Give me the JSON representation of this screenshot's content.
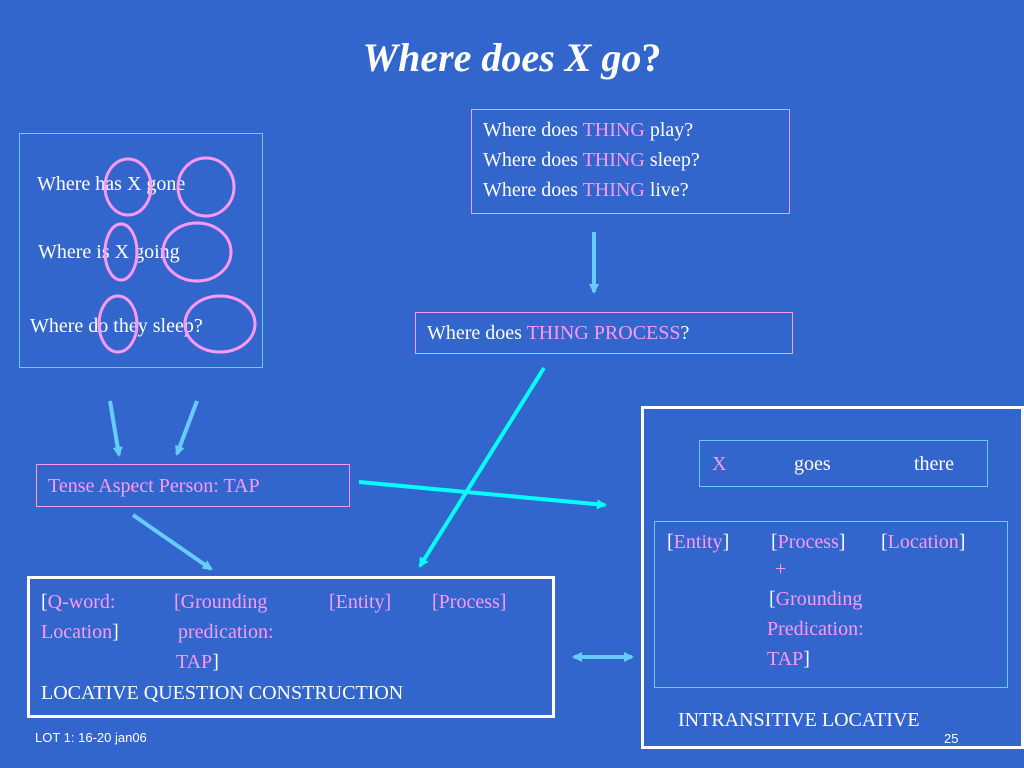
{
  "title": {
    "main": "Where does X go",
    "mark": "?"
  },
  "left_box": {
    "line1": "Where has X gone",
    "line2": "Where is X going",
    "line3": "Where do they sleep?"
  },
  "thing_box": {
    "lines": [
      {
        "pre": "Where does ",
        "thing": "THING",
        "post": " play?"
      },
      {
        "pre": "Where does ",
        "thing": "THING",
        "post": " sleep?"
      },
      {
        "pre": "Where does ",
        "thing": "THING",
        "post": " live?"
      }
    ]
  },
  "process_box": {
    "pre": "Where does ",
    "highlight": "THING PROCESS",
    "post": "?"
  },
  "tap_box": {
    "label": "Tense Aspect Person: TAP"
  },
  "locative_q": {
    "b1": "[",
    "qword": "Q-word:",
    "grounding": "[Grounding",
    "entity": "[Entity]",
    "process": "[Process]",
    "location": "Location",
    "b2": "]",
    "predication": "predication:",
    "tap": "TAP",
    "b3": "]",
    "caption": "LOCATIVE QUESTION CONSTRUCTION"
  },
  "intransitive": {
    "x": "X",
    "goes": "goes",
    "there": "there",
    "lb1": "[",
    "entity": "Entity",
    "rb1": "]",
    "lb2": "[",
    "process": "Process",
    "rb2": "]",
    "lb3": "[",
    "location": "Location",
    "rb3": "]",
    "plus": "+",
    "lb4": "[",
    "grounding": "Grounding",
    "predication": "Predication:",
    "tap": "TAP",
    "rb4": "]",
    "caption": "INTRANSITIVE LOCATIVE"
  },
  "footer": {
    "left": "LOT 1: 16-20 jan06",
    "page": "25"
  },
  "colors": {
    "background": "#3366cc",
    "pink": "#ff99ff",
    "arrow_light": "#66ccff",
    "arrow_cyan": "#00ffff",
    "white": "#ffffff"
  }
}
